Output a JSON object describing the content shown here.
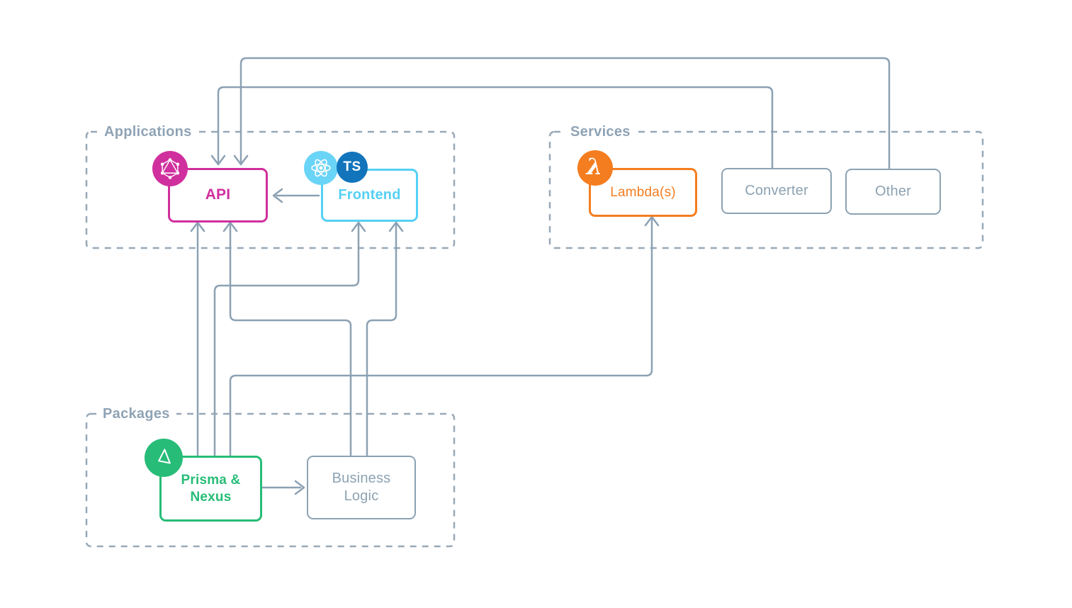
{
  "diagram": {
    "groups": [
      {
        "id": "applications",
        "label": "Applications"
      },
      {
        "id": "services",
        "label": "Services"
      },
      {
        "id": "packages",
        "label": "Packages"
      }
    ],
    "nodes": {
      "api": {
        "label": "API",
        "group": "Applications",
        "color": "#D02F9E",
        "icons": [
          "graphql"
        ]
      },
      "frontend": {
        "label": "Frontend",
        "group": "Applications",
        "color": "#55D0F4",
        "icons": [
          "react",
          "typescript"
        ]
      },
      "lambda": {
        "label": "Lambda(s)",
        "group": "Services",
        "color": "#F47D20",
        "icons": [
          "aws-lambda"
        ]
      },
      "converter": {
        "label": "Converter",
        "group": "Services",
        "color": "#8CA2B2",
        "icons": []
      },
      "other": {
        "label": "Other",
        "group": "Services",
        "color": "#8CA2B2",
        "icons": []
      },
      "prisma": {
        "label_line1": "Prisma &",
        "label_line2": "Nexus",
        "group": "Packages",
        "color": "#27BC77",
        "icons": [
          "prisma"
        ]
      },
      "business": {
        "label_line1": "Business",
        "label_line2": "Logic",
        "group": "Packages",
        "color": "#8CA2B2",
        "icons": []
      }
    },
    "icons": {
      "graphql_name": "graphql-logo",
      "react_name": "react-logo",
      "typescript_label": "TS",
      "lambda_glyph": "λ",
      "prisma_name": "prisma-logo"
    },
    "edges": [
      {
        "from": "Frontend",
        "to": "API"
      },
      {
        "from": "Converter",
        "to": "API"
      },
      {
        "from": "Other",
        "to": "API"
      },
      {
        "from": "Prisma & Nexus",
        "to": "API"
      },
      {
        "from": "Prisma & Nexus",
        "to": "Frontend"
      },
      {
        "from": "Prisma & Nexus",
        "to": "Lambda(s)"
      },
      {
        "from": "Prisma & Nexus",
        "to": "Business Logic"
      },
      {
        "from": "Business Logic",
        "to": "API"
      },
      {
        "from": "Business Logic",
        "to": "Frontend"
      }
    ],
    "colors": {
      "connector_line": "#8CA1B3",
      "dashed_border": "#98A8B7",
      "section_label_text": "#8FA3B5",
      "magenta": "#D02F9E",
      "cyan": "#55D0F4",
      "react_blue": "#6AD4F7",
      "typescript_blue": "#1274BB",
      "orange": "#F47D20",
      "green": "#27BC77",
      "gray_node": "#8CA2B2",
      "background": "#FFFFFF"
    }
  }
}
